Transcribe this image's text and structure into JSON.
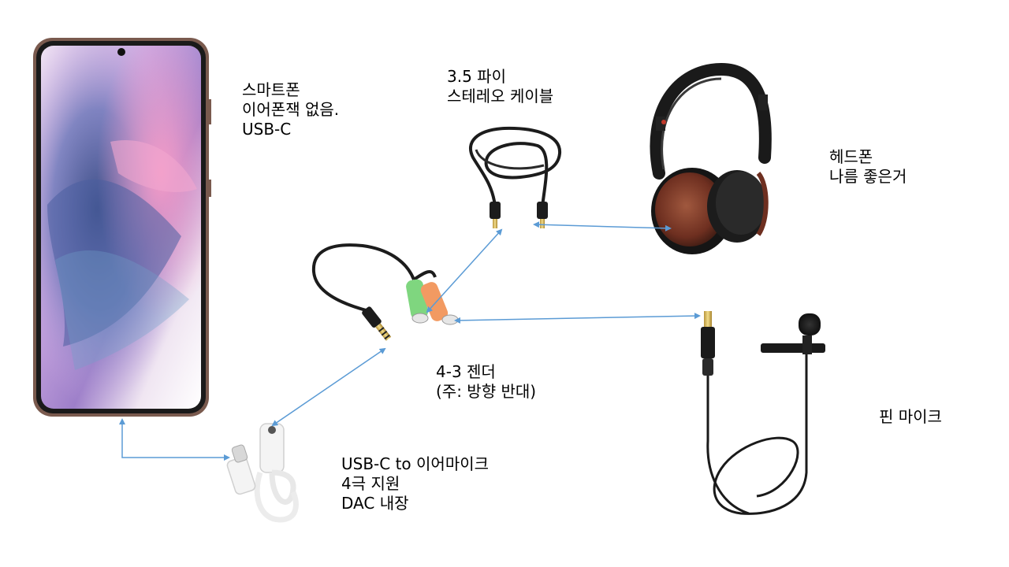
{
  "colors": {
    "connector_line": "#5b9bd5",
    "background": "#ffffff",
    "phone_frame": "#7a5a4e",
    "cable_black": "#1c1c1c",
    "jack_green": "#7fd67f",
    "jack_orange": "#f29a62",
    "earcup_wood": "#7a3a2a"
  },
  "labels": {
    "phone": {
      "line1": "스마트폰",
      "line2": "이어폰잭 없음.",
      "line3": "USB-C"
    },
    "stereo_cable": {
      "line1": "3.5 파이",
      "line2": "스테레오 케이블"
    },
    "headphone": {
      "line1": "헤드폰",
      "line2": "나름 좋은거"
    },
    "gender": {
      "line1": "4-3 젠더",
      "line2": "(주: 방향 반대)"
    },
    "pin_mic": {
      "line1": "핀 마이크"
    },
    "usb_dongle": {
      "line1": "USB-C to 이어마이크",
      "line2": "4극 지원",
      "line3": "DAC 내장"
    }
  },
  "icons": {
    "phone": "smartphone-icon",
    "stereo_cable": "audio-cable-icon",
    "headphone": "headphone-icon",
    "gender": "splitter-cable-icon",
    "pin_mic": "lavalier-mic-icon",
    "usb_dongle": "usb-c-dongle-icon"
  }
}
